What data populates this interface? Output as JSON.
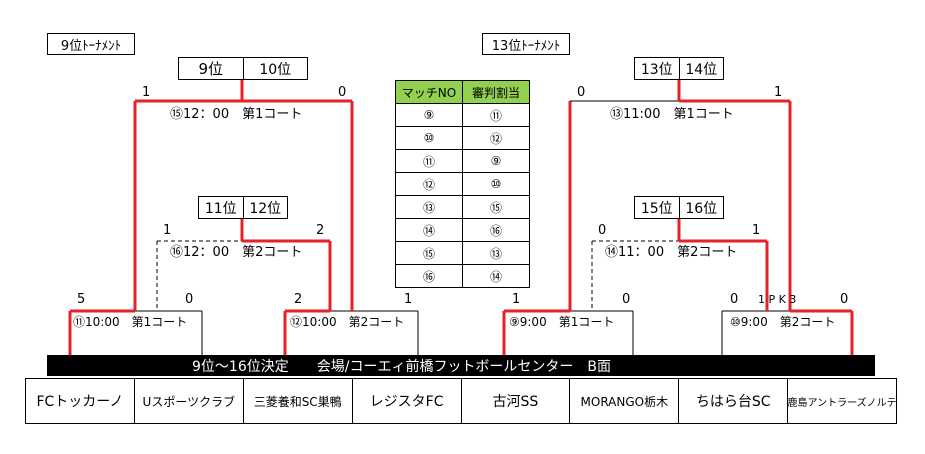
{
  "left_title": "9位ﾄｰﾅﾒﾝﾄ",
  "right_title": "13位ﾄｰﾅﾒﾝﾄ",
  "rank_boxes": {
    "r9": "9位",
    "r10": "10位",
    "r11": "11位",
    "r12": "12位",
    "r13": "13位",
    "r14": "14位",
    "r15": "15位",
    "r16": "16位"
  },
  "matches": {
    "m15": "⑮12：00　第1コート",
    "m16": "⑯12：00　第2コート",
    "m11": "⑪10:00　第1コート",
    "m12": "⑫10:00　第2コート",
    "m13": "⑬11:00　第1コート",
    "m14": "⑭11：00　第2コート",
    "m9": "⑨9:00　第1コート",
    "m10": "⑩9:00　第2コート"
  },
  "scores": {
    "m15_left": "1",
    "m15_right": "0",
    "m16_left": "1",
    "m16_right": "2",
    "m11_left": "5",
    "m11_right": "0",
    "m12_left": "2",
    "m12_right": "1",
    "m13_left": "0",
    "m13_right": "1",
    "m14_left": "0",
    "m14_right": "1",
    "m9_left": "1",
    "m9_right": "0",
    "m10_left": "0",
    "m10_right": "0",
    "m10_pk": "1 P K 3"
  },
  "referee_table": {
    "headers": [
      "マッチNO",
      "審判割当"
    ],
    "rows": [
      [
        "⑨",
        "⑪"
      ],
      [
        "⑩",
        "⑫"
      ],
      [
        "⑪",
        "⑨"
      ],
      [
        "⑫",
        "⑩"
      ],
      [
        "⑬",
        "⑮"
      ],
      [
        "⑭",
        "⑯"
      ],
      [
        "⑮",
        "⑬"
      ],
      [
        "⑯",
        "⑭"
      ]
    ]
  },
  "banner": "9位～16位決定　　会場/コーエィ前橋フットボールセンター　B面",
  "teams": [
    "FCトッカーノ",
    "Uスポーツクラブ",
    "三菱養和SC巣鴨",
    "レジスタFC",
    "古河SS",
    "MORANGO栃木",
    "ちはら台SC",
    "鹿島アントラーズノルテ"
  ],
  "colors": {
    "win_line": "#e8202a",
    "line": "#000000"
  }
}
